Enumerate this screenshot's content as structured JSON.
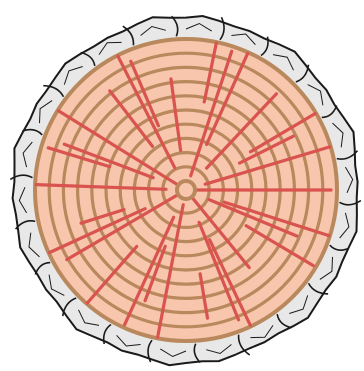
{
  "figure": {
    "subject": "log-cross-section",
    "colors": {
      "background": "#ffffff",
      "bark_fill": "#e8e8e8",
      "bark_outline": "#1a1a1a",
      "wood_fill": "#f7c6ad",
      "ring_color": "#b9885c",
      "ray_color": "#d9534f"
    },
    "growth_ring_count": 9,
    "ray_count": 30
  }
}
